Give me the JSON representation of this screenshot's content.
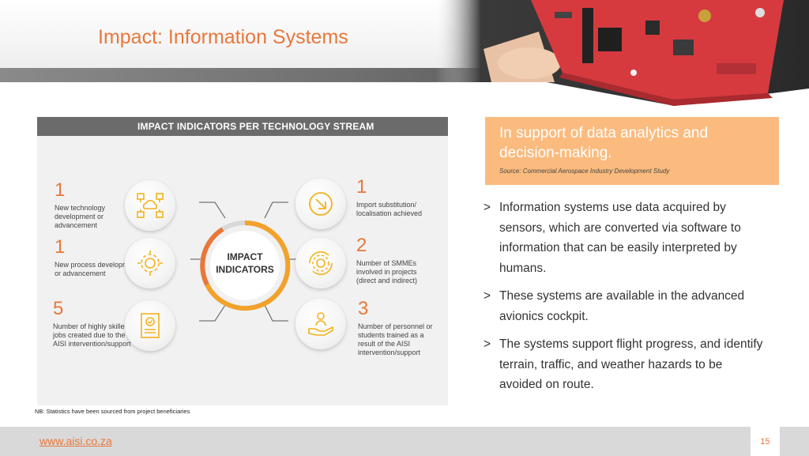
{
  "header": {
    "title": "Impact: Information Systems"
  },
  "infographic": {
    "heading": "IMPACT INDICATORS PER TECHNOLOGY STREAM",
    "center_label_line1": "IMPACT",
    "center_label_line2": "INDICATORS",
    "indicators": [
      {
        "value": "1",
        "text": "New technology development or advancement",
        "icon": "cloud-network-icon"
      },
      {
        "value": "1",
        "text": "New process development or advancement",
        "icon": "gear-process-icon"
      },
      {
        "value": "5",
        "text": "Number of highly skilled jobs created due to the AISI intervention/support",
        "icon": "certificate-icon"
      },
      {
        "value": "1",
        "text": "Import substitution/ localisation achieved",
        "icon": "arrow-in-icon"
      },
      {
        "value": "2",
        "text": "Number of SMMEs involved in projects (direct and indirect)",
        "icon": "gear-cycle-icon"
      },
      {
        "value": "3",
        "text": "Number of personnel or students trained as a result of the AISI intervention/support",
        "icon": "person-hand-icon"
      }
    ],
    "note": "NB: Statistics have been sourced from project beneficiaries"
  },
  "highlight": {
    "title": "In support of data analytics and decision-making.",
    "source": "Source: Commercial Aerospace Industry Development Study"
  },
  "bullets": [
    {
      "mark": ">",
      "text": "Information systems use data acquired by sensors, which are converted via software to information that can be easily interpreted by humans."
    },
    {
      "mark": ">",
      "text": "These systems are available in the advanced avionics cockpit."
    },
    {
      "mark": ">",
      "text": "The systems support flight progress, and identify terrain, traffic, and weather hazards to be avoided on route."
    }
  ],
  "footer": {
    "link": "www.aisi.co.za",
    "page_number": "15"
  },
  "colors": {
    "accent": "#e8773a",
    "highlight_bg": "#fbbb7e",
    "panel_head": "#6b6b6b",
    "icon_yellow": "#f2b21c"
  }
}
